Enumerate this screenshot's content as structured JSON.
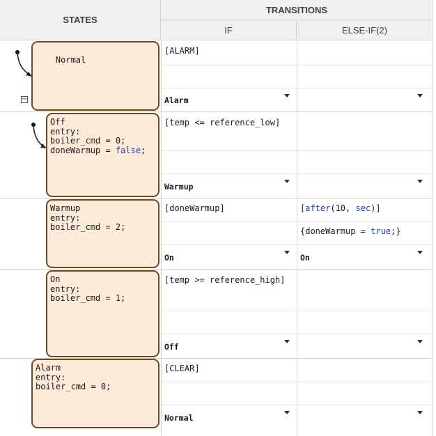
{
  "headers": {
    "states": "STATES",
    "transitions": "TRANSITIONS",
    "if": "IF",
    "else_if": "ELSE-IF(2)"
  },
  "rows": [
    {
      "state": {
        "name": "Normal",
        "lines": []
      },
      "if": {
        "condition": "[ALARM]",
        "action": "",
        "destination": "Alarm"
      },
      "else_if": {
        "condition": "",
        "action": "",
        "destination": ""
      }
    },
    {
      "state": {
        "name": "Off",
        "lines": [
          "entry:",
          "boiler_cmd = 0;",
          "doneWarmup = false;"
        ]
      },
      "if": {
        "condition": "[temp <= reference_low]",
        "action": "",
        "destination": "Warmup"
      },
      "else_if": {
        "condition": "",
        "action": "",
        "destination": ""
      }
    },
    {
      "state": {
        "name": "Warmup",
        "lines": [
          "entry:",
          "boiler_cmd = 2;"
        ]
      },
      "if": {
        "condition": "[doneWarmup]",
        "action": "",
        "destination": "On"
      },
      "else_if": {
        "condition": "[after(10, sec)]",
        "action": "{doneWarmup = true;}",
        "destination": "On"
      }
    },
    {
      "state": {
        "name": "On",
        "lines": [
          "entry:",
          "boiler_cmd = 1;"
        ]
      },
      "if": {
        "condition": "[temp >= reference_high]",
        "action": "",
        "destination": "Off"
      },
      "else_if": {
        "condition": "",
        "action": "",
        "destination": ""
      }
    },
    {
      "state": {
        "name": "Alarm",
        "lines": [
          "entry:",
          "boiler_cmd = 0;"
        ]
      },
      "if": {
        "condition": "[CLEAR]",
        "action": "",
        "destination": "Normal"
      },
      "else_if": {
        "condition": "",
        "action": "",
        "destination": ""
      }
    }
  ],
  "icons": {
    "default_transition": "default-transition-arrow-icon",
    "collapse": "collapse-minus-icon",
    "dropdown": "dropdown-caret-icon"
  },
  "colors": {
    "state_fill": "#fcebd9",
    "state_border": "#6b4a24",
    "keyword": "#1a3dc8",
    "header_bg": "#f0f0f0"
  }
}
